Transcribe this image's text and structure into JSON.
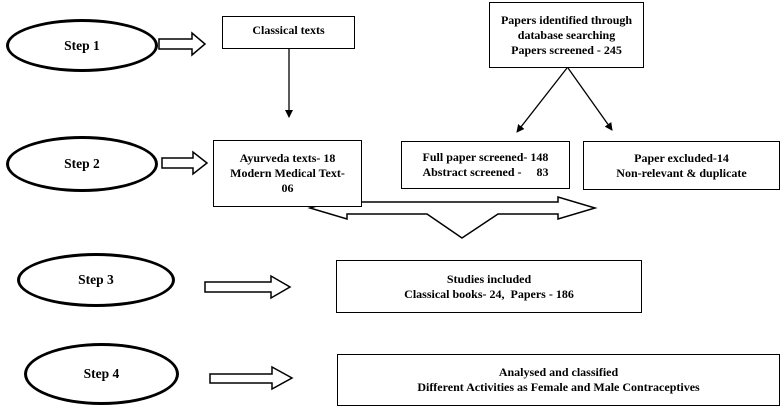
{
  "steps": [
    {
      "label": "Step 1"
    },
    {
      "label": "Step 2"
    },
    {
      "label": "Step 3"
    },
    {
      "label": "Step 4"
    }
  ],
  "boxes": {
    "classical_texts": {
      "lines": [
        "Classical texts"
      ]
    },
    "database_search": {
      "lines": [
        "Papers identified through",
        "database searching",
        "Papers screened - 245"
      ]
    },
    "ayurveda_texts": {
      "lines": [
        "Ayurveda texts- 18",
        "Modern Medical Text-",
        "06"
      ]
    },
    "full_paper": {
      "lines": [
        "Full paper screened- 148",
        "Abstract screened -     83"
      ]
    },
    "paper_excluded": {
      "lines": [
        "Paper excluded-14",
        "Non-relevant & duplicate"
      ]
    },
    "studies_included": {
      "lines": [
        "Studies included",
        "Classical books- 24,  Papers - 186"
      ]
    },
    "analysed": {
      "lines": [
        "Analysed and classified",
        "Different Activities as Female and Male Contraceptives"
      ]
    }
  }
}
